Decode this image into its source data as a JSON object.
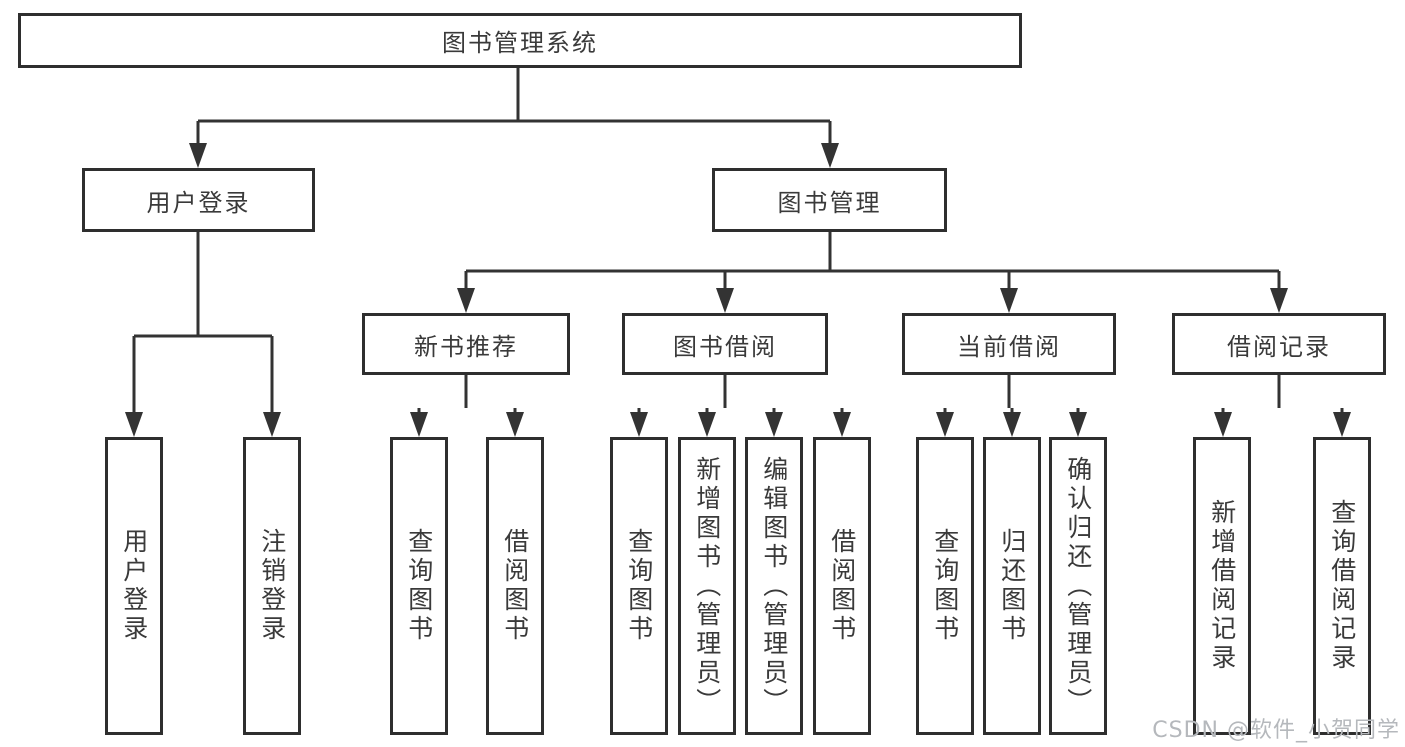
{
  "tree": {
    "label": "图书管理系统",
    "children": [
      {
        "label": "用户登录",
        "children": [
          {
            "label": "用户登录"
          },
          {
            "label": "注销登录"
          }
        ]
      },
      {
        "label": "图书管理",
        "children": [
          {
            "label": "新书推荐",
            "children": [
              {
                "label": "查询图书"
              },
              {
                "label": "借阅图书"
              }
            ]
          },
          {
            "label": "图书借阅",
            "children": [
              {
                "label": "查询图书"
              },
              {
                "label": "新增图书（管理员）"
              },
              {
                "label": "编辑图书（管理员）"
              },
              {
                "label": "借阅图书"
              }
            ]
          },
          {
            "label": "当前借阅",
            "children": [
              {
                "label": "查询图书"
              },
              {
                "label": "归还图书"
              },
              {
                "label": "确认归还（管理员）"
              }
            ]
          },
          {
            "label": "借阅记录",
            "children": [
              {
                "label": "新增借阅记录"
              },
              {
                "label": "查询借阅记录"
              }
            ]
          }
        ]
      }
    ]
  },
  "watermark": {
    "text": "CSDN @软件_小贺同学"
  },
  "colors": {
    "line": "#333333",
    "border": "#2e2e2e",
    "text": "#3a3a3a",
    "watermark": "#b5b8bc"
  }
}
